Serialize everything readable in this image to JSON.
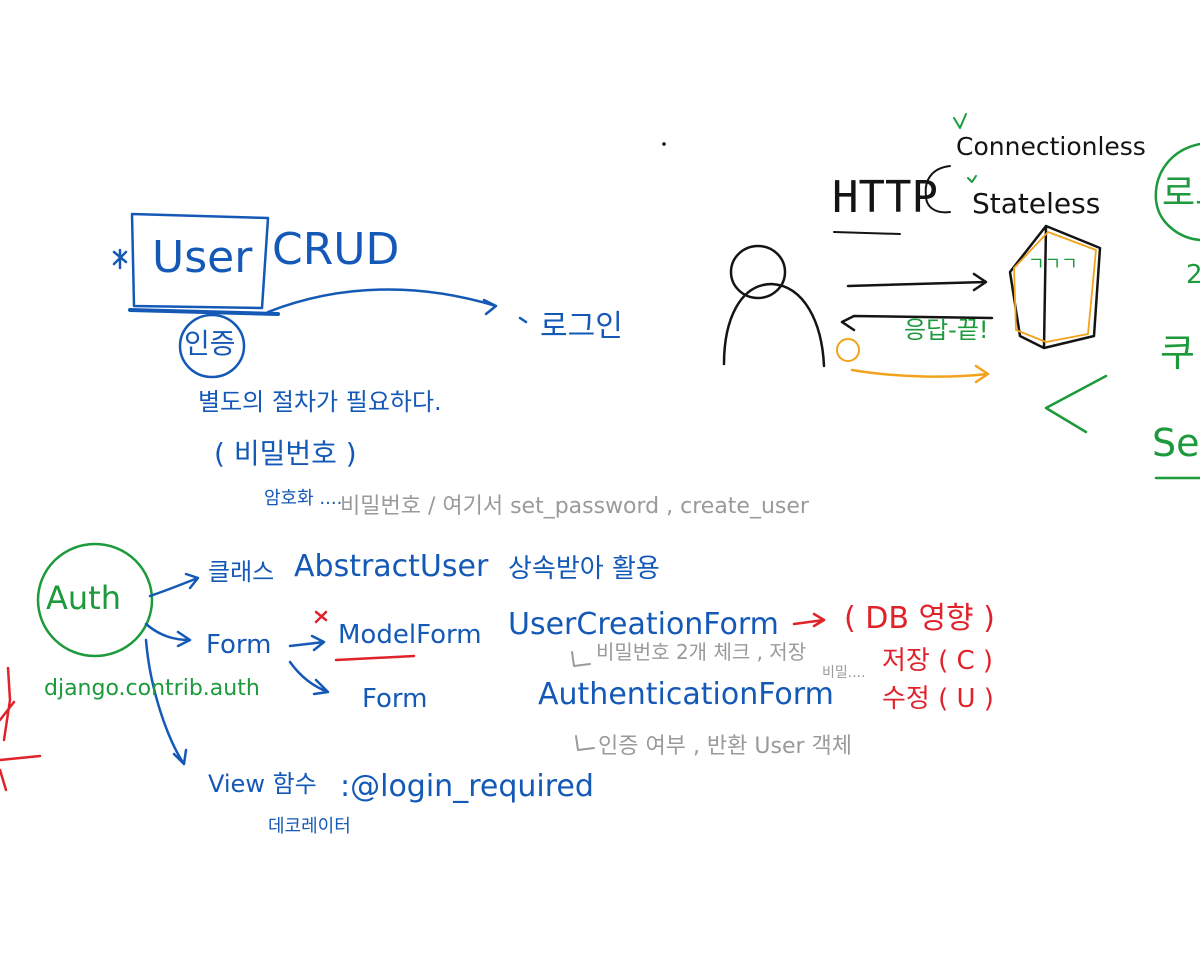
{
  "colors": {
    "blue": "#1559b7",
    "green": "#1c9a3c",
    "red": "#e0232b",
    "gray": "#9a9a9a",
    "black": "#141414",
    "orange": "#f2a31b"
  },
  "user_crud": {
    "user_box": "User",
    "crud": "CRUD",
    "auth_circle": "인증",
    "login": "로그인",
    "note_procedure": "별도의 절차가 필요하다.",
    "note_password": "( 비밀번호 )",
    "note_encrypt": "암호화 ....",
    "note_set_password": "비밀번호 / 여기서 set_password , create_user"
  },
  "auth_tree": {
    "auth_circle": "Auth",
    "module": "django.contrib.auth",
    "class_label": "클래스",
    "abstract_user": "AbstractUser",
    "inherit_note": "상속받아 활용",
    "form_label": "Form",
    "model_form": "ModelForm",
    "user_creation_form": "UserCreationForm",
    "db_effect": "( DB 영향 )",
    "pw_check": "비밀번호 2개 체크 , 저장",
    "pw_small": "비밀....",
    "save_c": "저장 ( C )",
    "edit_u": "수정 ( U )",
    "form_plain": "Form",
    "auth_form": "AuthenticationForm",
    "auth_note": "인증 여부 , 반환 User 객체",
    "view_label": "View 함수",
    "login_required": ":@login_required",
    "decorator": "데코레이터"
  },
  "http": {
    "http_label": "HTTP",
    "connectionless": "Connectionless",
    "stateless": "Stateless",
    "response_label": "응답-끝!",
    "house_text": "ㄱㄱㄱ"
  },
  "right_cut": {
    "cookie_partial": "쿠",
    "session_partial": "Ses",
    "login_partial": "로그",
    "small_char": "2"
  }
}
